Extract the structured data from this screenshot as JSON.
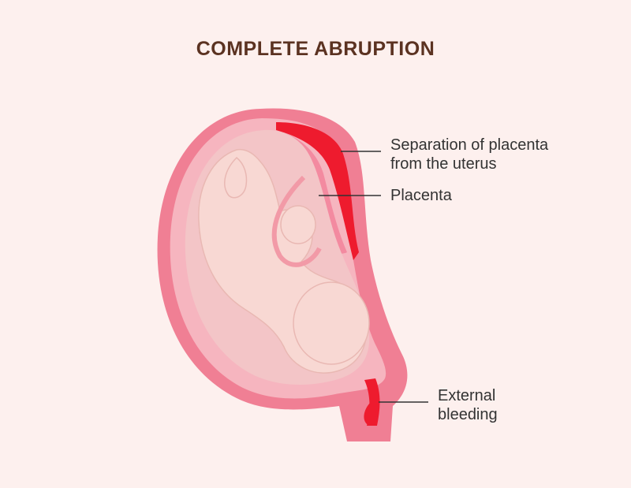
{
  "title": "COMPLETE ABRUPTION",
  "labels": {
    "separation": {
      "line1": "Separation of placenta",
      "line2": "from the uterus"
    },
    "placenta": "Placenta",
    "external_bleeding": {
      "line1": "External",
      "line2": "bleeding"
    }
  },
  "colors": {
    "background": "#fdf0ee",
    "title": "#5b3221",
    "uterus_wall": "#f07f94",
    "uterus_inner": "#f6b5bf",
    "blood": "#ee1b2e",
    "fetus_skin": "#f8d8d3",
    "leader_line": "#333333"
  }
}
